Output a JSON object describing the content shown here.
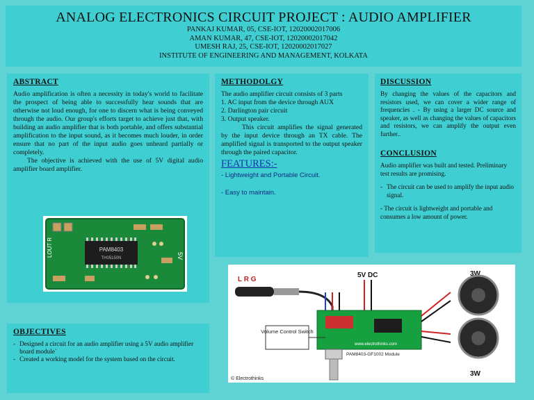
{
  "header": {
    "title": "ANALOG ELECTRONICS CIRCUIT PROJECT : AUDIO AMPLIFIER",
    "lines": [
      "PANKAJ KUMAR, 05, CSE-IOT, 12020002017006",
      "AMAN KUMAR, 47, CSE-IOT, 12020002017042",
      "UMESH RAJ, 25, CSE-IOT, 12020002017027",
      "INSTITUTE OF ENGINEERING AND MANAGEMENT, KOLKATA"
    ]
  },
  "abstract": {
    "heading": "ABSTRACT",
    "para1": "Audio amplification is often a necessity in today's world to facilitate the prospect of being able to successfully hear sounds that are otherwise not loud enough, for one to discern what is being conveyed through the audio. Our group's efforts target to achieve just that, with building an audio amplifier that is both portable, and offers substantial amplification to the input sound, as it becomes much louder, in order ensure that no part of the input audio goes unheard partially or completely.",
    "para2": "The objective is  achieved with the use of 5V digital audio amplifier board amplifier.",
    "board": {
      "chip1": "PAM8403",
      "chip2": "TH05150N",
      "label_left": "LOUT R",
      "label_right": "5V"
    }
  },
  "methodology": {
    "heading": "METHODOLGY",
    "intro": "The audio amplifier circuit consists of 3 parts",
    "items": [
      "1.  AC input from the device through AUX",
      "2. Darlington pair circuit",
      "3. Output speaker."
    ],
    "para": "This circuit amplifies the signal generated by the input device through an TX cable. The amplified signal is transported to the output speaker through the paired capacitor.",
    "features_title": "FEATURES:-",
    "features": [
      "- Lightweight and Portable Circuit.",
      "- Easy to maintain."
    ]
  },
  "discussion": {
    "heading": "DISCUSSION",
    "para": "By changing the values of the capacitors and resistors used, we can cover a wider range of frequencies . - By using a larger DC source and speaker, as well as changing the values of capacitors and resistors, we can amplify the output even further.."
  },
  "conclusion": {
    "heading": "CONCLUSION",
    "para": " Audio amplifier was built and tested. Preliminary test results are promising.",
    "bullet1": "The circuit can be used to amplify the input audio signal.",
    "bullet2": "- The circuit is lightweight and portable and consumes a low amount of power."
  },
  "objectives": {
    "heading": "OBJECTIVES",
    "items": [
      "Designed a circuit for an audio amplifier using a 5V audio amplifier board module`",
      " Created a working model for the system based on the circuit."
    ]
  },
  "diagram": {
    "lrg": "L  R  G",
    "dc": "5V DC",
    "w3a": "3W",
    "w3b": "3W",
    "volume": "Volume Control Switch",
    "site": "www.electrothinks.com",
    "module": "PAM8403-GF1002 Module",
    "credit": "© Electrothinks"
  },
  "colors": {
    "panel": "#3fcfd2",
    "background": "#5fd3d3",
    "features": "#1133aa"
  }
}
